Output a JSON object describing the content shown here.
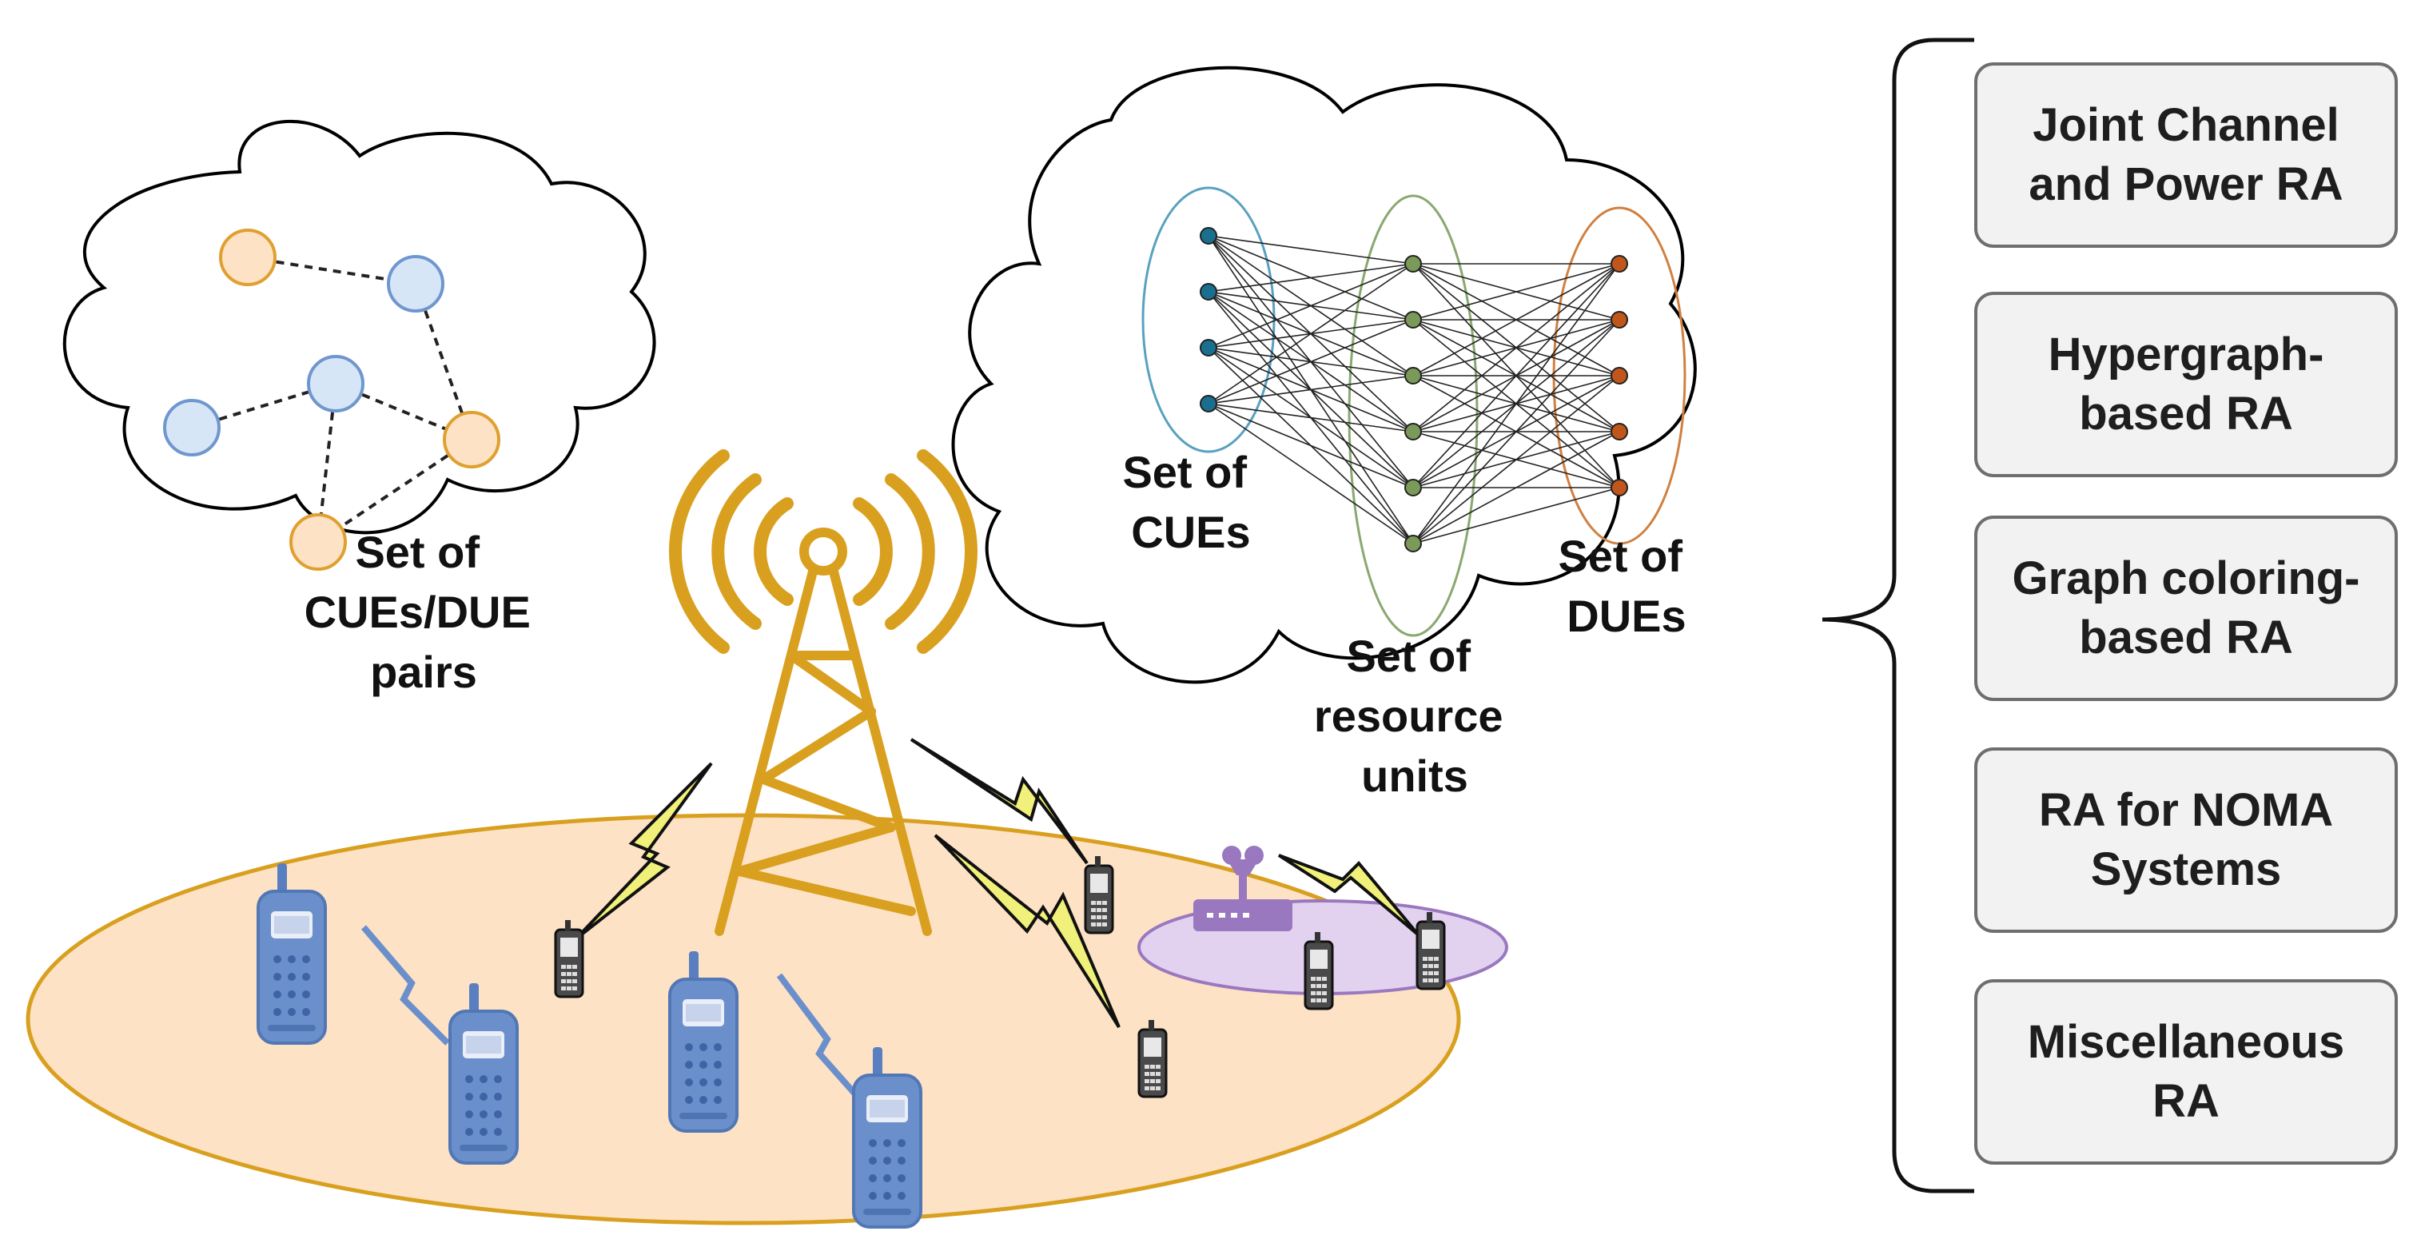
{
  "left_cloud": {
    "label_lines": [
      "Set of",
      "CUEs/DUE",
      "pairs"
    ]
  },
  "middle_cloud": {
    "cues_label": [
      "Set of",
      "CUEs"
    ],
    "resource_label": [
      "Set of",
      "resource",
      "units"
    ],
    "dues_label": [
      "Set of",
      "DUEs"
    ]
  },
  "ra_categories": [
    {
      "lines": [
        "Joint Channel",
        "and Power RA"
      ]
    },
    {
      "lines": [
        "Hypergraph-",
        "based RA"
      ]
    },
    {
      "lines": [
        "Graph coloring-",
        "based RA"
      ]
    },
    {
      "lines": [
        "RA for NOMA",
        "Systems"
      ]
    },
    {
      "lines": [
        "Miscellaneous",
        "RA"
      ]
    }
  ],
  "colors": {
    "ground": "#fde2c6",
    "ground_edge": "#d9a020",
    "tower": "#d9a020",
    "lightning": "#f0f07a",
    "device_blue": "#6a8fca",
    "cue_node": "#1a6f8f",
    "resource_node": "#7a9a5a",
    "due_node": "#c0561c",
    "orange_node": "#fde2c6",
    "blue_node": "#d6e6f7",
    "d2d_zone": "#e2d2ef",
    "box_fill": "#f2f2f2"
  }
}
